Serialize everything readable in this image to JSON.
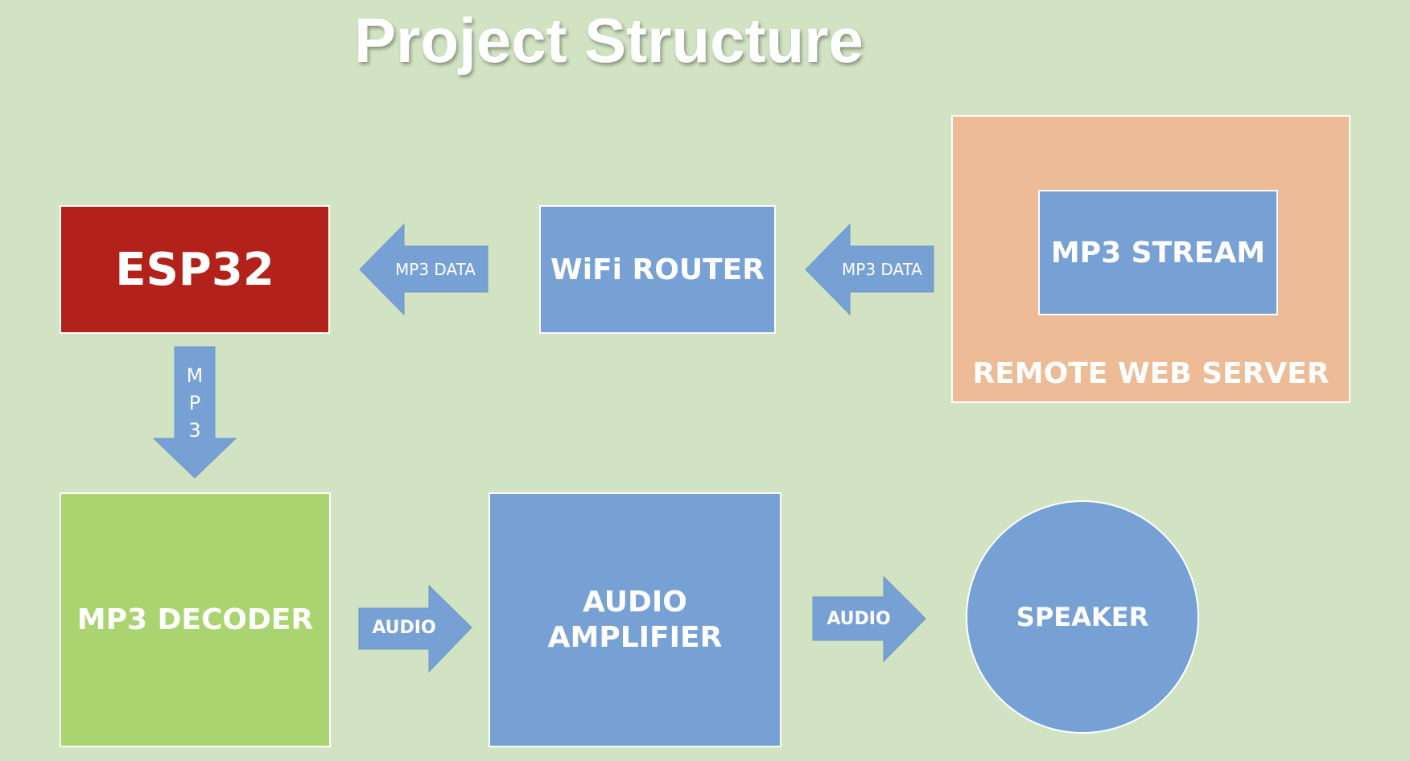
{
  "title": "Project Structure",
  "nodes": {
    "esp32": "ESP32",
    "wifi_router": "WiFi ROUTER",
    "remote_web_server": "REMOTE WEB SERVER",
    "mp3_stream": "MP3 STREAM",
    "mp3_decoder": "MP3 DECODER",
    "audio_amplifier_line1": "AUDIO",
    "audio_amplifier_line2": "AMPLIFIER",
    "speaker": "SPEAKER"
  },
  "arrows": {
    "server_to_router": "MP3 DATA",
    "router_to_esp32": "MP3 DATA",
    "esp32_to_decoder": [
      "M",
      "P",
      "3"
    ],
    "decoder_to_amp": "AUDIO",
    "amp_to_speaker": "AUDIO"
  },
  "colors": {
    "background": "#d1e3c2",
    "esp32": "#b2211a",
    "blue_blocks": "#77a1d5",
    "server": "#edbb95",
    "decoder": "#aad46f",
    "text": "#ffffff"
  }
}
